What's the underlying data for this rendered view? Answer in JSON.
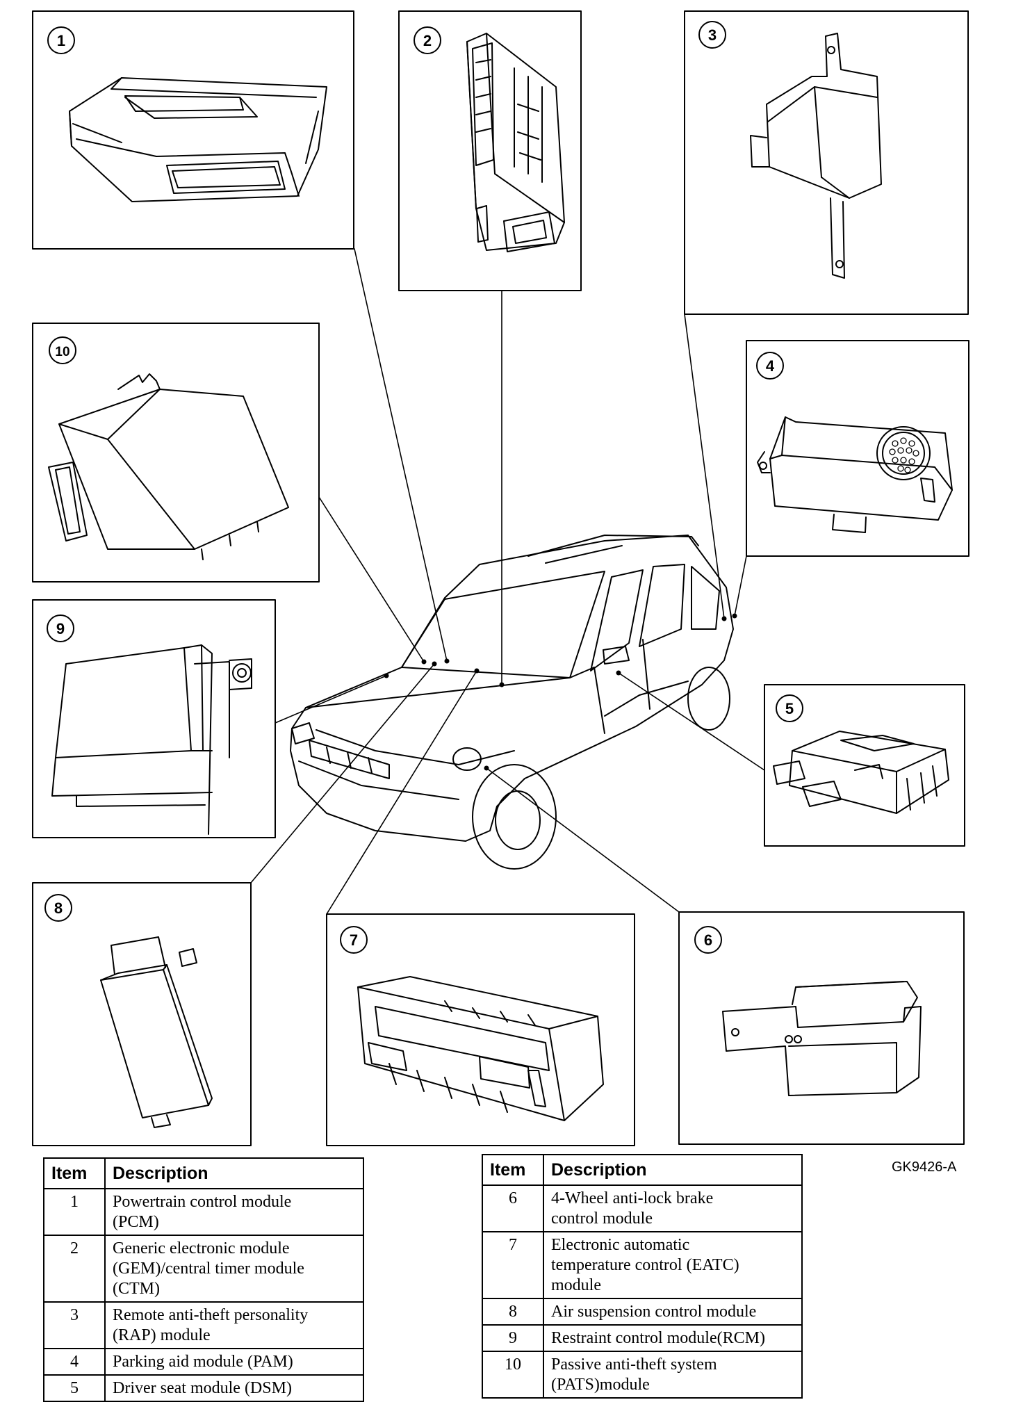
{
  "figure_id": "GK9426-A",
  "callout_numbers": [
    "1",
    "2",
    "3",
    "4",
    "5",
    "6",
    "7",
    "8",
    "9",
    "10"
  ],
  "table_headers": {
    "item": "Item",
    "description": "Description"
  },
  "table_left": [
    {
      "item": "1",
      "desc": [
        "Powertrain control module",
        "(PCM)"
      ]
    },
    {
      "item": "2",
      "desc": [
        "Generic electronic module",
        "(GEM)/central timer module",
        "(CTM)"
      ]
    },
    {
      "item": "3",
      "desc": [
        "Remote anti-theft personality",
        "(RAP) module"
      ]
    },
    {
      "item": "4",
      "desc": [
        "Parking aid module (PAM)"
      ]
    },
    {
      "item": "5",
      "desc": [
        "Driver seat module (DSM)"
      ]
    }
  ],
  "table_right": [
    {
      "item": "6",
      "desc": [
        "4-Wheel anti-lock brake",
        "control module"
      ]
    },
    {
      "item": "7",
      "desc": [
        "Electronic automatic",
        "temperature control (EATC)",
        "module"
      ]
    },
    {
      "item": "8",
      "desc": [
        "Air suspension control module"
      ]
    },
    {
      "item": "9",
      "desc": [
        "Restraint control module(RCM)"
      ]
    },
    {
      "item": "10",
      "desc": [
        "Passive anti-theft system",
        "(PATS)module"
      ]
    }
  ]
}
